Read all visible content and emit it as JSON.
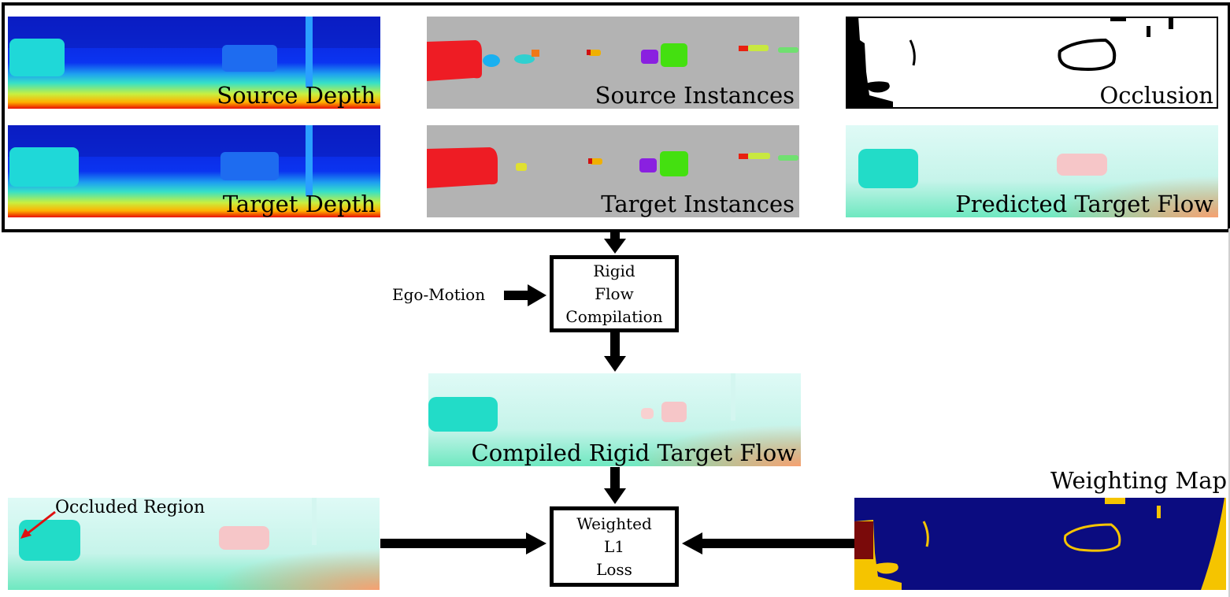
{
  "inputs": {
    "source_depth": "Source Depth",
    "target_depth": "Target Depth",
    "source_instances": "Source Instances",
    "target_instances": "Target Instances",
    "occlusion": "Occlusion",
    "predicted_flow": "Predicted Target Flow"
  },
  "ego_motion": "Ego-Motion",
  "rigid_box": {
    "line1": "Rigid",
    "line2": "Flow",
    "line3": "Compilation"
  },
  "compiled_flow": "Compiled Rigid Target Flow",
  "occluded_region": "Occluded Region",
  "weighting_map": "Weighting Map",
  "loss_box": {
    "line1": "Weighted",
    "line2": "L1",
    "line3": "Loss"
  },
  "colors": {
    "instance_background": "#b3b3b3",
    "weight_background": "#0b0c80",
    "weight_occluded": "#7a0a0a",
    "weight_edges": "#f5c400",
    "occlusion_arrow": "#e01010"
  }
}
